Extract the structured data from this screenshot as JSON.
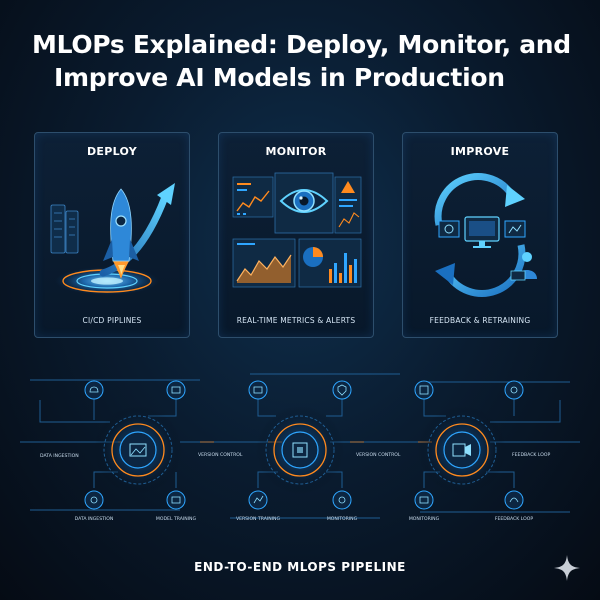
{
  "title": {
    "line1": "MLOPs Explained: Deploy, Monitor, and",
    "line2": "Improve AI Models in Production"
  },
  "cards": [
    {
      "title": "DEPLOY",
      "caption": "CI/CD PIPLINES"
    },
    {
      "title": "MONITOR",
      "caption": "REAL-TIME METRICS & ALERTS"
    },
    {
      "title": "IMPROVE",
      "caption": "FEEDBACK & RETRAINING"
    }
  ],
  "pipeline": {
    "labels": [
      "DATA INGESTION",
      "VERSION CONTROL",
      "VERSION CONTROL",
      "FEEDBACK LOOP",
      "DATA INGESTION",
      "MODEL TRAINING",
      "VERSION TRAINING",
      "MONITORING",
      "MONITORING",
      "FEEDBACK LOOP"
    ]
  },
  "footer": "END-TO-END MLOPS PIPELINE",
  "colors": {
    "accent": "#2fa6ff",
    "orange": "#ff8a1e",
    "background": "#0a1c30"
  }
}
